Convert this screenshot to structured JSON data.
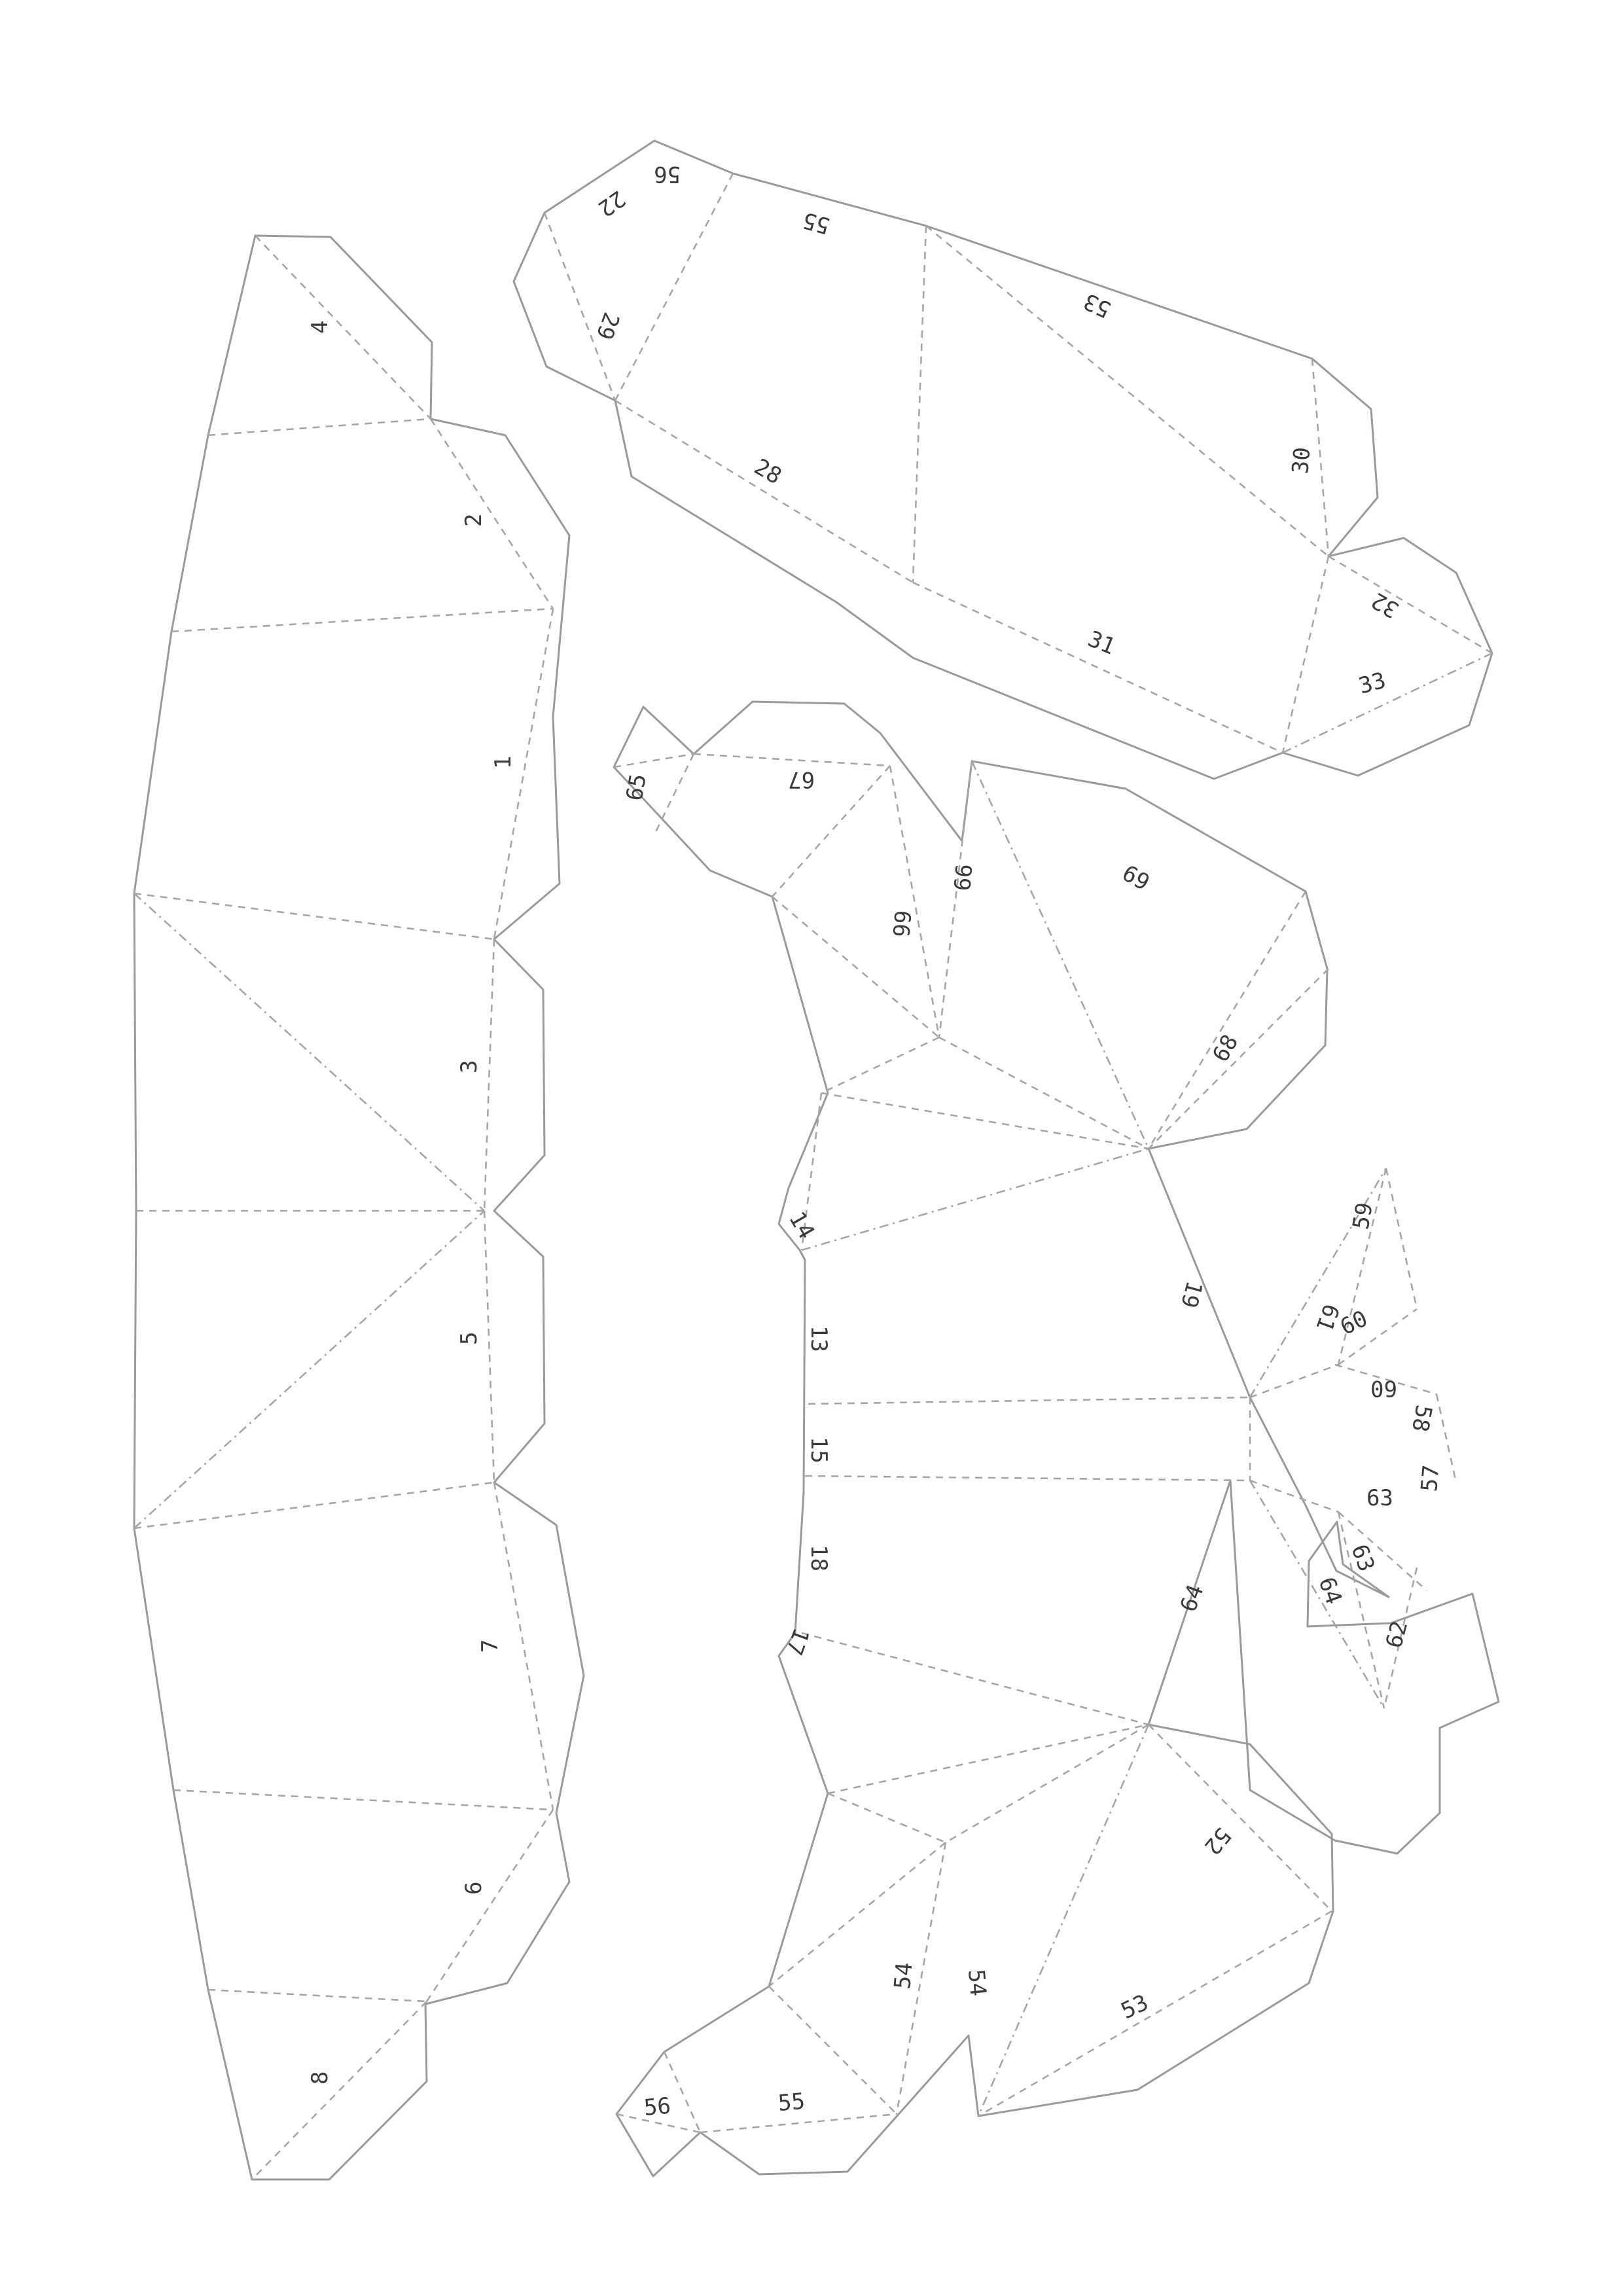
{
  "labels": {
    "l1": "1",
    "l2": "2",
    "l3": "3",
    "l4": "4",
    "l5": "5",
    "l6": "6",
    "l7": "7",
    "l8": "8",
    "l13": "13",
    "l14": "14",
    "l15": "15",
    "l17": "17",
    "l18": "18",
    "l19": "19",
    "l22": "22",
    "l28": "28",
    "l29": "29",
    "l30": "30",
    "l31": "31",
    "l32": "32",
    "l33": "33",
    "l52": "52",
    "l53": "53",
    "l54": "54",
    "l55": "55",
    "l56": "56",
    "l57": "57",
    "l58": "58",
    "l59": "59",
    "l60": "60",
    "l61": "61",
    "l62": "62",
    "l63": "63",
    "l64": "64",
    "l65": "65",
    "l66": "66",
    "l67": "67",
    "l68": "68",
    "l69": "69"
  }
}
